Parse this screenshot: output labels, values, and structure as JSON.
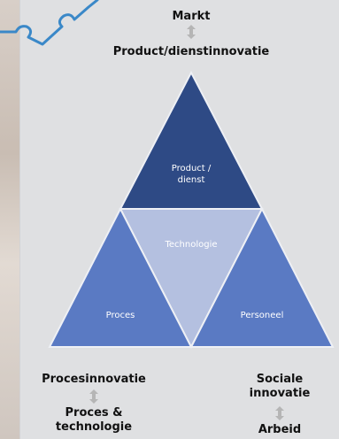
{
  "top": {
    "market": "Markt",
    "product_innovation": "Product/dienstinnovatie"
  },
  "triangles": {
    "product": "Product /\ndienst",
    "technology": "Technologie",
    "process": "Proces",
    "personnel": "Personeel"
  },
  "bottom_left": {
    "process_innovation": "Procesinnovatie",
    "process_technology": "Proces &\ntechnologie"
  },
  "bottom_right": {
    "social_innovation": "Sociale\ninnovatie",
    "labour": "Arbeid"
  },
  "colors": {
    "product_triangle": "#2e4a85",
    "technology_triangle": "#b4c0e0",
    "process_triangle": "#5a7ac3",
    "personnel_triangle": "#5a7ac3",
    "arrow": "#b5b5b5",
    "puzzle_stroke": "#3a88c8"
  }
}
